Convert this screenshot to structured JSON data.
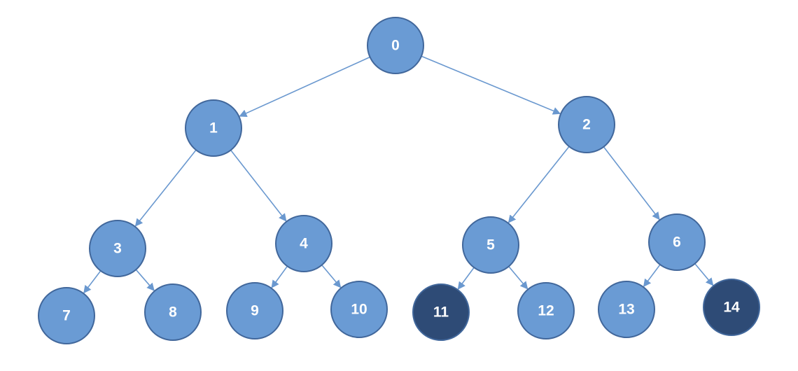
{
  "colors": {
    "node_fill": "#6a9bd4",
    "node_fill_highlight": "#2e4b76",
    "node_stroke": "#41679b",
    "edge": "#6a98cf",
    "label": "#ffffff"
  },
  "nodes": [
    {
      "id": 0,
      "label": "0",
      "highlighted": false
    },
    {
      "id": 1,
      "label": "1",
      "highlighted": false
    },
    {
      "id": 2,
      "label": "2",
      "highlighted": false
    },
    {
      "id": 3,
      "label": "3",
      "highlighted": false
    },
    {
      "id": 4,
      "label": "4",
      "highlighted": false
    },
    {
      "id": 5,
      "label": "5",
      "highlighted": false
    },
    {
      "id": 6,
      "label": "6",
      "highlighted": false
    },
    {
      "id": 7,
      "label": "7",
      "highlighted": false
    },
    {
      "id": 8,
      "label": "8",
      "highlighted": false
    },
    {
      "id": 9,
      "label": "9",
      "highlighted": false
    },
    {
      "id": 10,
      "label": "10",
      "highlighted": false
    },
    {
      "id": 11,
      "label": "11",
      "highlighted": true
    },
    {
      "id": 12,
      "label": "12",
      "highlighted": false
    },
    {
      "id": 13,
      "label": "13",
      "highlighted": false
    },
    {
      "id": 14,
      "label": "14",
      "highlighted": true
    }
  ],
  "edges": [
    {
      "from": 0,
      "to": 1
    },
    {
      "from": 0,
      "to": 2
    },
    {
      "from": 1,
      "to": 3
    },
    {
      "from": 1,
      "to": 4
    },
    {
      "from": 2,
      "to": 5
    },
    {
      "from": 2,
      "to": 6
    },
    {
      "from": 3,
      "to": 7
    },
    {
      "from": 3,
      "to": 8
    },
    {
      "from": 4,
      "to": 9
    },
    {
      "from": 4,
      "to": 10
    },
    {
      "from": 5,
      "to": 11
    },
    {
      "from": 5,
      "to": 12
    },
    {
      "from": 6,
      "to": 13
    },
    {
      "from": 6,
      "to": 14
    }
  ]
}
